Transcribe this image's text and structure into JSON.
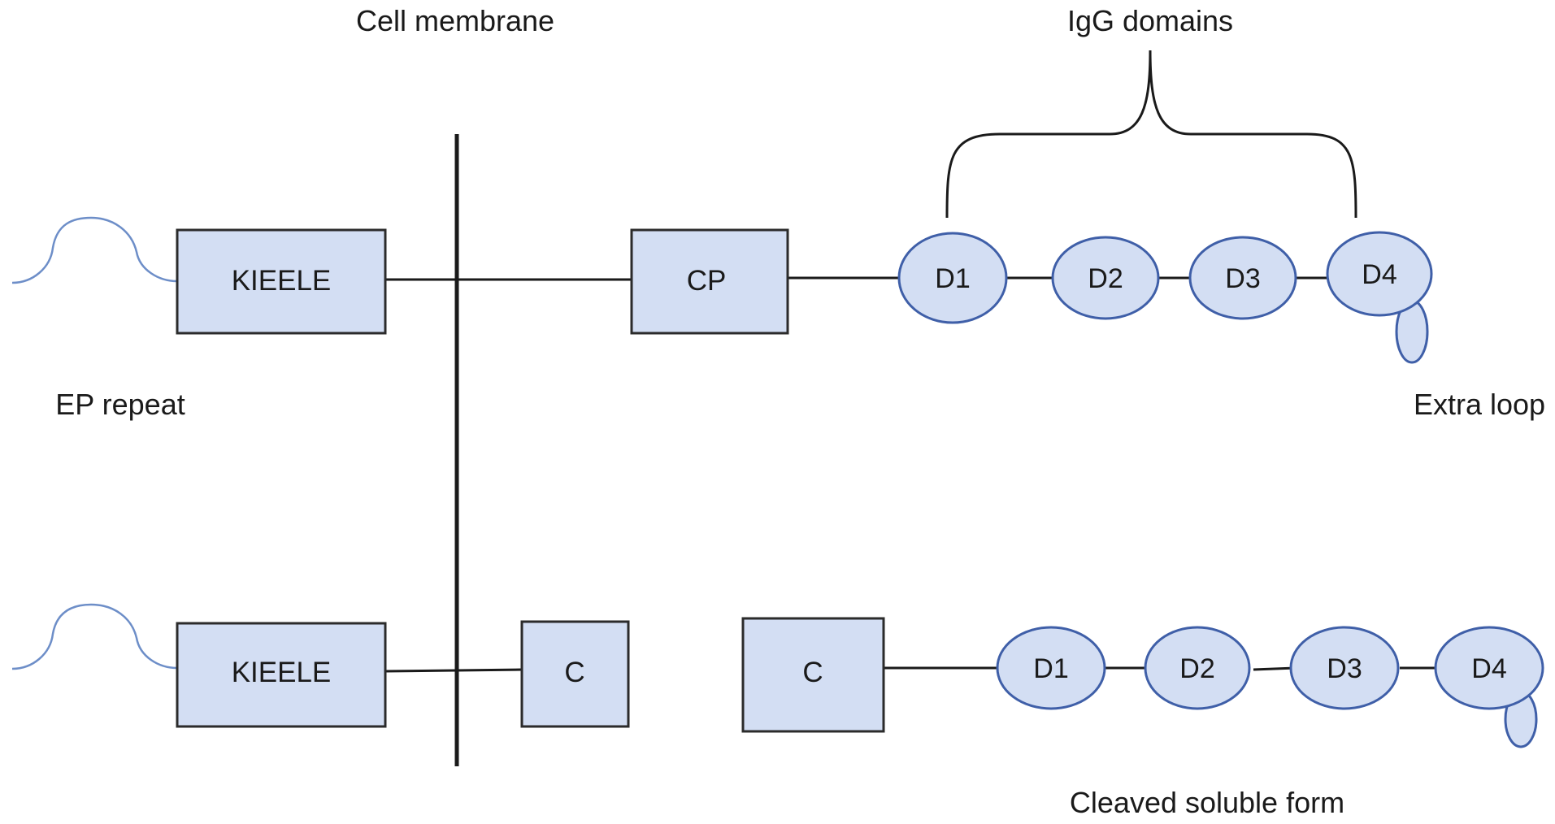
{
  "labels": {
    "cell_membrane": "Cell membrane",
    "igg_domains": "IgG domains",
    "ep_repeat": "EP repeat",
    "extra_loop": "Extra loop",
    "cleaved_soluble_form": "Cleaved soluble form"
  },
  "top_row": {
    "kieele": "KIEELE",
    "cp": "CP",
    "domains": [
      "D1",
      "D2",
      "D3",
      "D4"
    ]
  },
  "bottom_row": {
    "kieele": "KIEELE",
    "c_membrane": "C",
    "c_cleaved": "C",
    "domains": [
      "D1",
      "D2",
      "D3",
      "D4"
    ]
  },
  "colors": {
    "box_fill": "#d3def3",
    "domain_stroke": "#3f5fa8",
    "ep_curve": "#6d8ec8"
  }
}
